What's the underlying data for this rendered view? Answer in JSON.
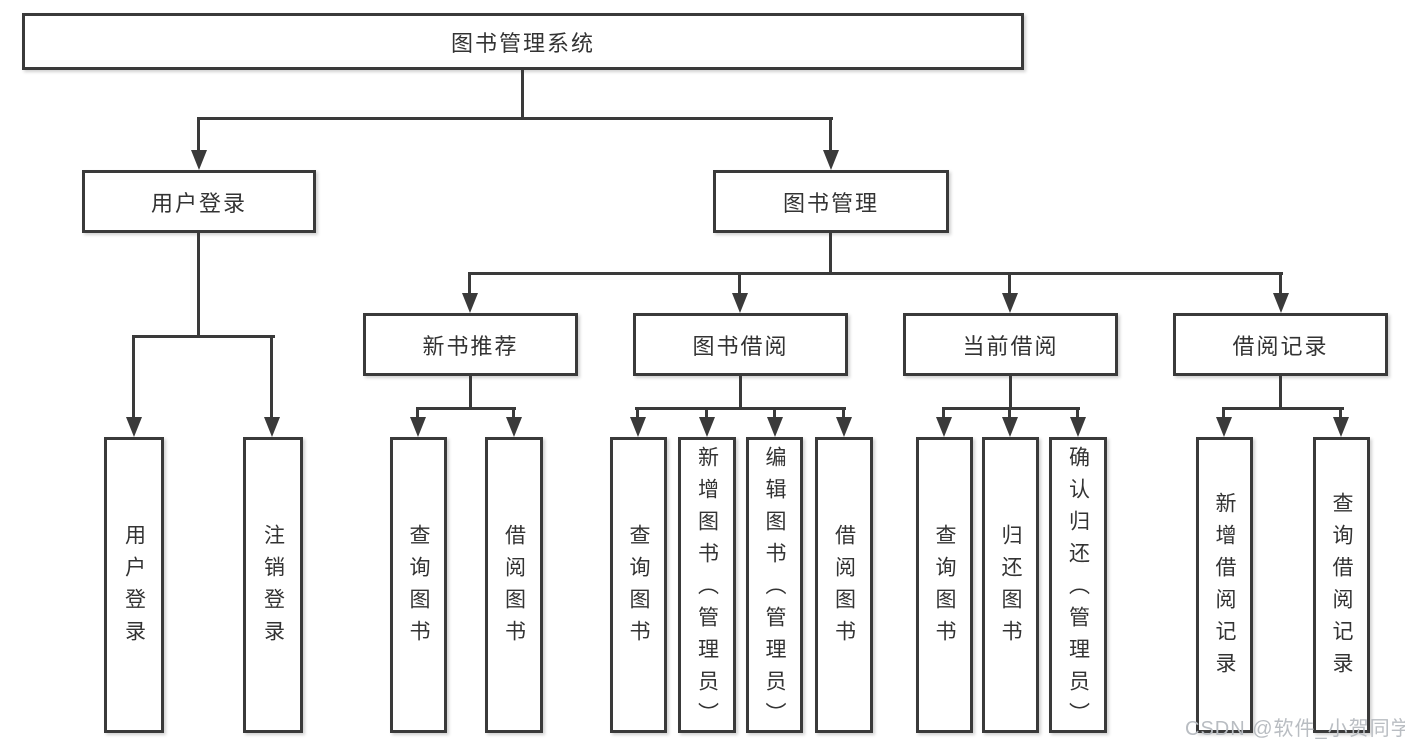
{
  "diagram": {
    "root": {
      "label": "图书管理系统"
    },
    "branches": [
      {
        "label": "用户登录",
        "children": [
          {
            "label": "用户登录"
          },
          {
            "label": "注销登录"
          }
        ]
      },
      {
        "label": "图书管理",
        "children": [
          {
            "label": "新书推荐",
            "children": [
              {
                "label": "查询图书"
              },
              {
                "label": "借阅图书"
              }
            ]
          },
          {
            "label": "图书借阅",
            "children": [
              {
                "label": "查询图书"
              },
              {
                "label": "新增图书（管理员）"
              },
              {
                "label": "编辑图书（管理员）"
              },
              {
                "label": "借阅图书"
              }
            ]
          },
          {
            "label": "当前借阅",
            "children": [
              {
                "label": "查询图书"
              },
              {
                "label": "归还图书"
              },
              {
                "label": "确认归还（管理员）"
              }
            ]
          },
          {
            "label": "借阅记录",
            "children": [
              {
                "label": "新增借阅记录"
              },
              {
                "label": "查询借阅记录"
              }
            ]
          }
        ]
      }
    ],
    "watermark": "CSDN @软件_小贺同学",
    "colors": {
      "line": "#3a3a3a",
      "text": "#333333",
      "watermark": "#b9bdc2",
      "background": "#ffffff"
    }
  }
}
